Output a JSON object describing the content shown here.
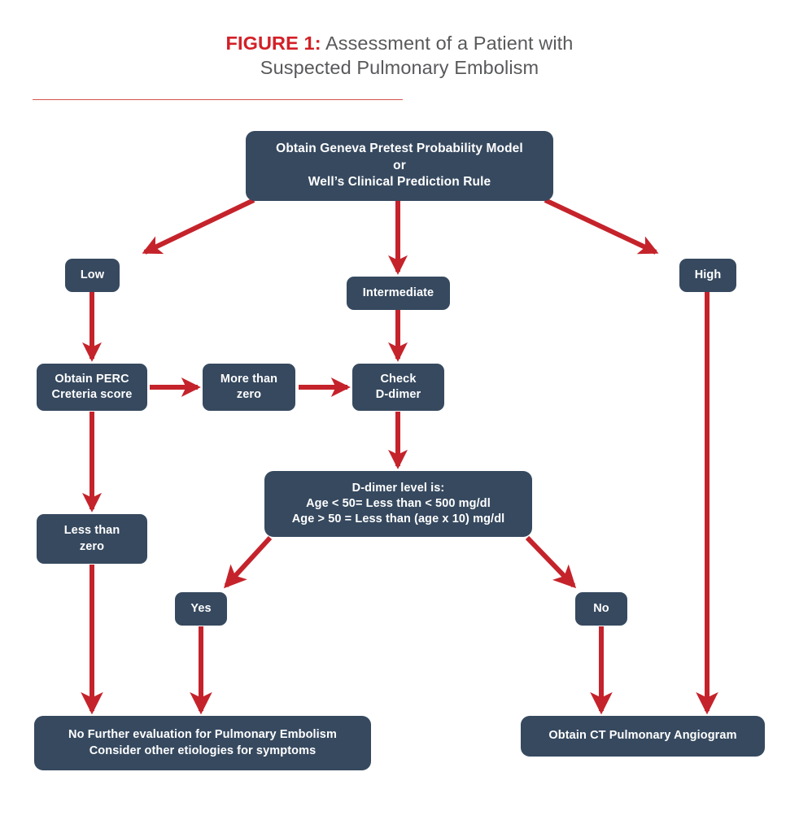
{
  "title": {
    "figure_label": "FIGURE 1:",
    "line1_rest": " Assessment of a Patient with",
    "line2": "Suspected Pulmonary Embolism",
    "accent_color": "#D32027",
    "text_color": "#58595B"
  },
  "colors": {
    "node_fill": "#36495F",
    "node_text": "#FFFFFF",
    "arrow": "#C5232B",
    "background": "#FFFFFF",
    "rule": "#D6534F"
  },
  "chart_data": {
    "type": "diagram",
    "diagram_kind": "flowchart",
    "title": "FIGURE 1: Assessment of a Patient with Suspected Pulmonary Embolism",
    "nodes": [
      {
        "id": "root",
        "label": "Obtain Geneva Pretest Probability Model\nor\nWell’s Clinical Prediction Rule"
      },
      {
        "id": "low",
        "label": "Low"
      },
      {
        "id": "interm",
        "label": "Intermediate"
      },
      {
        "id": "high",
        "label": "High"
      },
      {
        "id": "perc",
        "label": "Obtain PERC\nCreteria score"
      },
      {
        "id": "morezero",
        "label": "More than\nzero"
      },
      {
        "id": "checkdd",
        "label": "Check\nD-dimer"
      },
      {
        "id": "ddlevel",
        "label": "D-dimer level is:\nAge < 50= Less than < 500 mg/dl\nAge > 50 = Less than (age x 10) mg/dl"
      },
      {
        "id": "lesszero",
        "label": "Less than\nzero"
      },
      {
        "id": "yes",
        "label": "Yes"
      },
      {
        "id": "no",
        "label": "No"
      },
      {
        "id": "nofurther",
        "label": "No Further evaluation for Pulmonary Embolism\nConsider other etiologies for symptoms"
      },
      {
        "id": "ctpa",
        "label": "Obtain CT Pulmonary Angiogram"
      }
    ],
    "edges": [
      {
        "from": "root",
        "to": "low",
        "label": ""
      },
      {
        "from": "root",
        "to": "interm",
        "label": ""
      },
      {
        "from": "root",
        "to": "high",
        "label": ""
      },
      {
        "from": "low",
        "to": "perc",
        "label": ""
      },
      {
        "from": "perc",
        "to": "morezero",
        "label": ""
      },
      {
        "from": "morezero",
        "to": "checkdd",
        "label": ""
      },
      {
        "from": "interm",
        "to": "checkdd",
        "label": ""
      },
      {
        "from": "perc",
        "to": "lesszero",
        "label": ""
      },
      {
        "from": "checkdd",
        "to": "ddlevel",
        "label": ""
      },
      {
        "from": "ddlevel",
        "to": "yes",
        "label": ""
      },
      {
        "from": "ddlevel",
        "to": "no",
        "label": ""
      },
      {
        "from": "lesszero",
        "to": "nofurther",
        "label": ""
      },
      {
        "from": "yes",
        "to": "nofurther",
        "label": ""
      },
      {
        "from": "no",
        "to": "ctpa",
        "label": ""
      },
      {
        "from": "high",
        "to": "ctpa",
        "label": ""
      }
    ]
  }
}
